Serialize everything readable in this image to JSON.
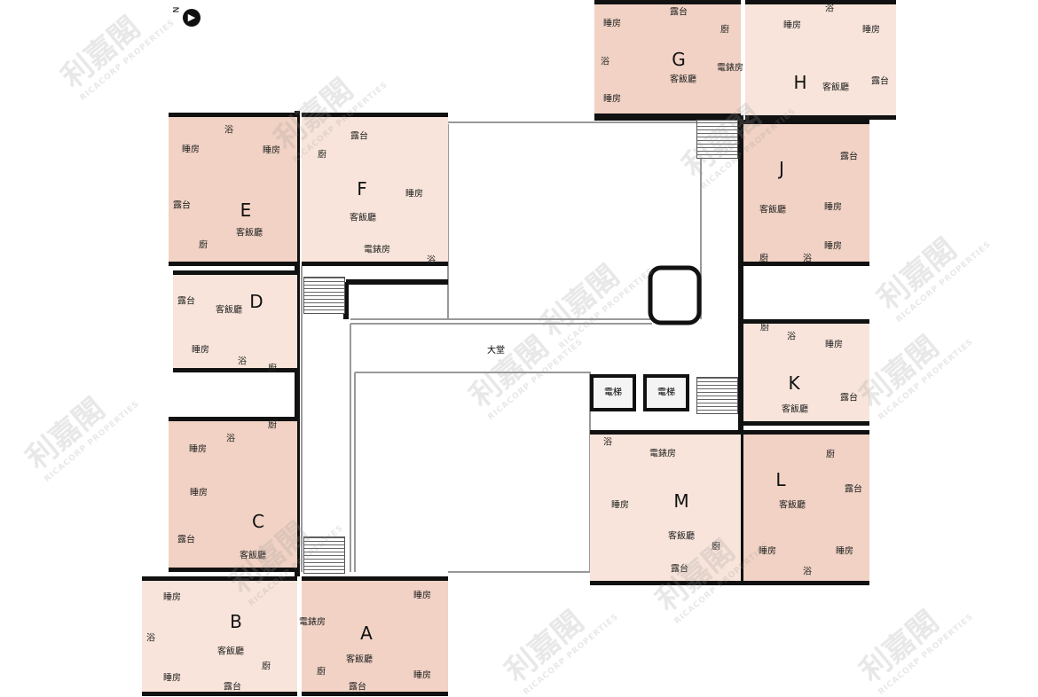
{
  "north_label": "N",
  "lobby_label": "大堂",
  "lifts": [
    "電梯",
    "電梯"
  ],
  "watermark": {
    "brand": "利嘉閣",
    "sub": "RICACORP PROPERTIES"
  },
  "colors": {
    "unit_fill": "#f8e4da",
    "unit_fill_dark": "#f1d2c4",
    "wall": "#111111",
    "corridor_line": "#999999"
  },
  "units": [
    {
      "letter": "G",
      "rooms": [
        "睡房",
        "露台",
        "廚",
        "浴",
        "電錶房",
        "客飯廳",
        "睡房"
      ]
    },
    {
      "letter": "H",
      "rooms": [
        "浴",
        "睡房",
        "睡房",
        "客飯廳",
        "露台"
      ]
    },
    {
      "letter": "E",
      "rooms": [
        "睡房",
        "浴",
        "睡房",
        "露台",
        "客飯廳",
        "廚"
      ]
    },
    {
      "letter": "F",
      "rooms": [
        "露台",
        "廚",
        "睡房",
        "客飯廳",
        "電錶房",
        "浴"
      ]
    },
    {
      "letter": "D",
      "rooms": [
        "露台",
        "客飯廳",
        "睡房",
        "浴",
        "廚"
      ]
    },
    {
      "letter": "C",
      "rooms": [
        "廚",
        "浴",
        "睡房",
        "睡房",
        "露台",
        "客飯廳"
      ]
    },
    {
      "letter": "B",
      "rooms": [
        "睡房",
        "浴",
        "客飯廳",
        "睡房",
        "廚",
        "露台"
      ]
    },
    {
      "letter": "A",
      "rooms": [
        "電錶房",
        "睡房",
        "客飯廳",
        "廚",
        "睡房",
        "露台"
      ]
    },
    {
      "letter": "J",
      "rooms": [
        "露台",
        "客飯廳",
        "睡房",
        "睡房",
        "廚",
        "浴"
      ]
    },
    {
      "letter": "K",
      "rooms": [
        "廚",
        "浴",
        "睡房",
        "露台",
        "客飯廳"
      ]
    },
    {
      "letter": "L",
      "rooms": [
        "廚",
        "露台",
        "客飯廳",
        "睡房",
        "浴",
        "睡房"
      ]
    },
    {
      "letter": "M",
      "rooms": [
        "浴",
        "電錶房",
        "睡房",
        "客飯廳",
        "廚",
        "露台"
      ]
    }
  ]
}
